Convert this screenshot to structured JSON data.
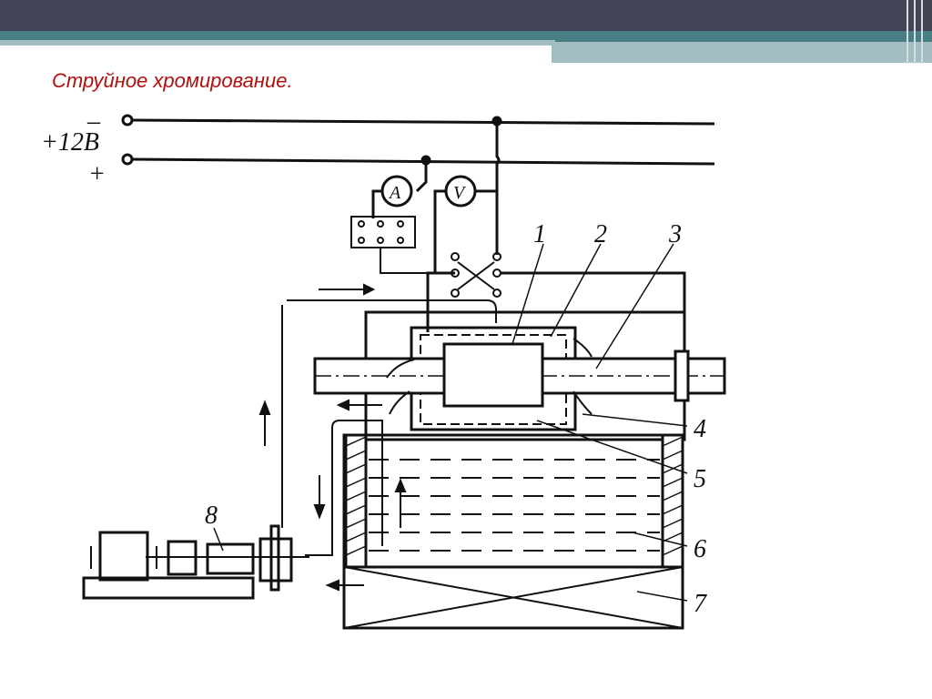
{
  "slide": {
    "title": "Струйное хромирование."
  },
  "diagram": {
    "supply_minus": "–",
    "supply_voltage": "+12В",
    "supply_plus": "+",
    "ammeter": "A",
    "voltmeter": "V",
    "callouts": [
      "1",
      "2",
      "3",
      "4",
      "5",
      "6",
      "7",
      "8"
    ]
  }
}
